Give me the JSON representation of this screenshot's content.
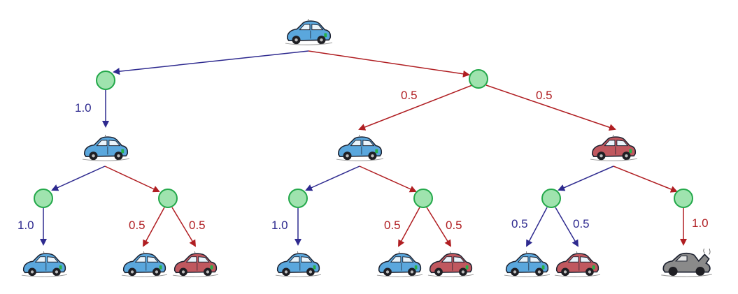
{
  "colors": {
    "blue_edge": "#2e2a8f",
    "red_edge": "#b01e22",
    "chance_fill": "#9fe3ae",
    "chance_stroke": "#23a84a",
    "car_good": "#5aa7dd",
    "car_damaged": "#c0585f",
    "car_broken": "#8a8a8a"
  },
  "tree": {
    "root": {
      "state": "car-good-icon"
    },
    "left_chance": {
      "probability_label": "1.0",
      "outcome": "car-good-icon"
    },
    "right_chance": {
      "left_probability_label": "0.5",
      "right_probability_label": "0.5",
      "left_outcome": "car-good-icon",
      "right_outcome": "car-damaged-icon"
    },
    "level2": [
      {
        "single_label": "1.0",
        "outcome": "car-good-icon"
      },
      {
        "left_label": "0.5",
        "right_label": "0.5",
        "outcomes": [
          "car-good-icon",
          "car-damaged-icon"
        ]
      },
      {
        "single_label": "1.0",
        "outcome": "car-good-icon"
      },
      {
        "left_label": "0.5",
        "right_label": "0.5",
        "outcomes": [
          "car-good-icon",
          "car-damaged-icon"
        ]
      },
      {
        "left_label": "0.5",
        "right_label": "0.5",
        "outcomes": [
          "car-good-icon",
          "car-damaged-icon"
        ]
      },
      {
        "single_label": "1.0",
        "outcome": "car-broken-icon"
      }
    ]
  }
}
